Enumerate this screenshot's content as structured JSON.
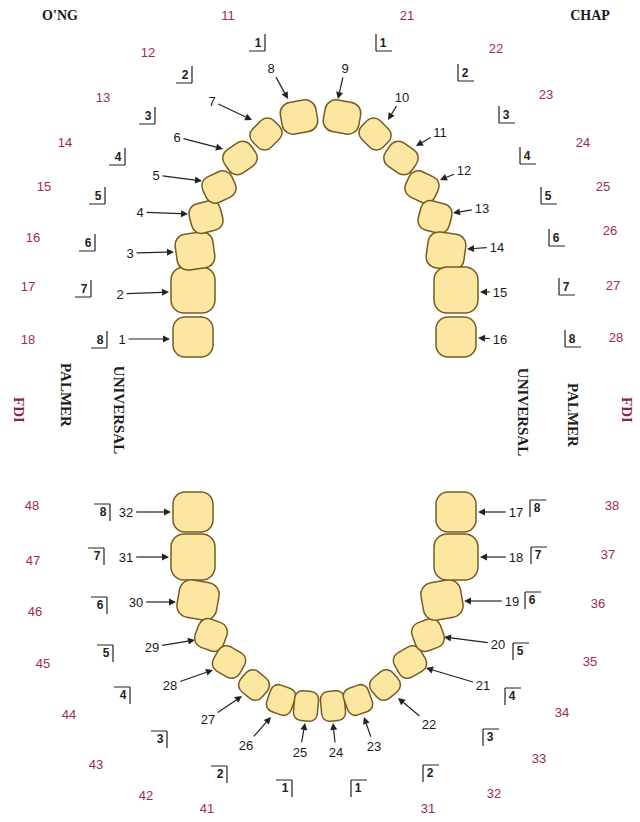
{
  "diagram": {
    "labels": [
      "O'NG",
      "CHAP",
      "11",
      "12",
      "13",
      "14",
      "15",
      "16",
      "17",
      "18",
      "21",
      "22",
      "23",
      "24",
      "25",
      "26",
      "27",
      "28",
      "1",
      "2",
      "3",
      "4",
      "5",
      "6",
      "7",
      "8",
      "1",
      "2",
      "3",
      "4",
      "5",
      "6",
      "7",
      "8",
      "1",
      "2",
      "3",
      "4",
      "5",
      "6",
      "7",
      "8",
      "9",
      "10",
      "11",
      "12",
      "13",
      "14",
      "15",
      "16",
      "FDI",
      "PALMER",
      "UNIVERSAL",
      "UNIVERSAL",
      "PALMER",
      "FDI",
      "48",
      "47",
      "46",
      "45",
      "44",
      "43",
      "42",
      "41",
      "38",
      "37",
      "36",
      "35",
      "34",
      "33",
      "32",
      "31",
      "8",
      "7",
      "6",
      "5",
      "4",
      "3",
      "2",
      "1",
      "8",
      "7",
      "6",
      "5",
      "4",
      "3",
      "2",
      "1",
      "17",
      "18",
      "19",
      "20",
      "21",
      "22",
      "23",
      "24",
      "25",
      "26",
      "27",
      "28",
      "29",
      "30",
      "31",
      "32"
    ]
  }
}
